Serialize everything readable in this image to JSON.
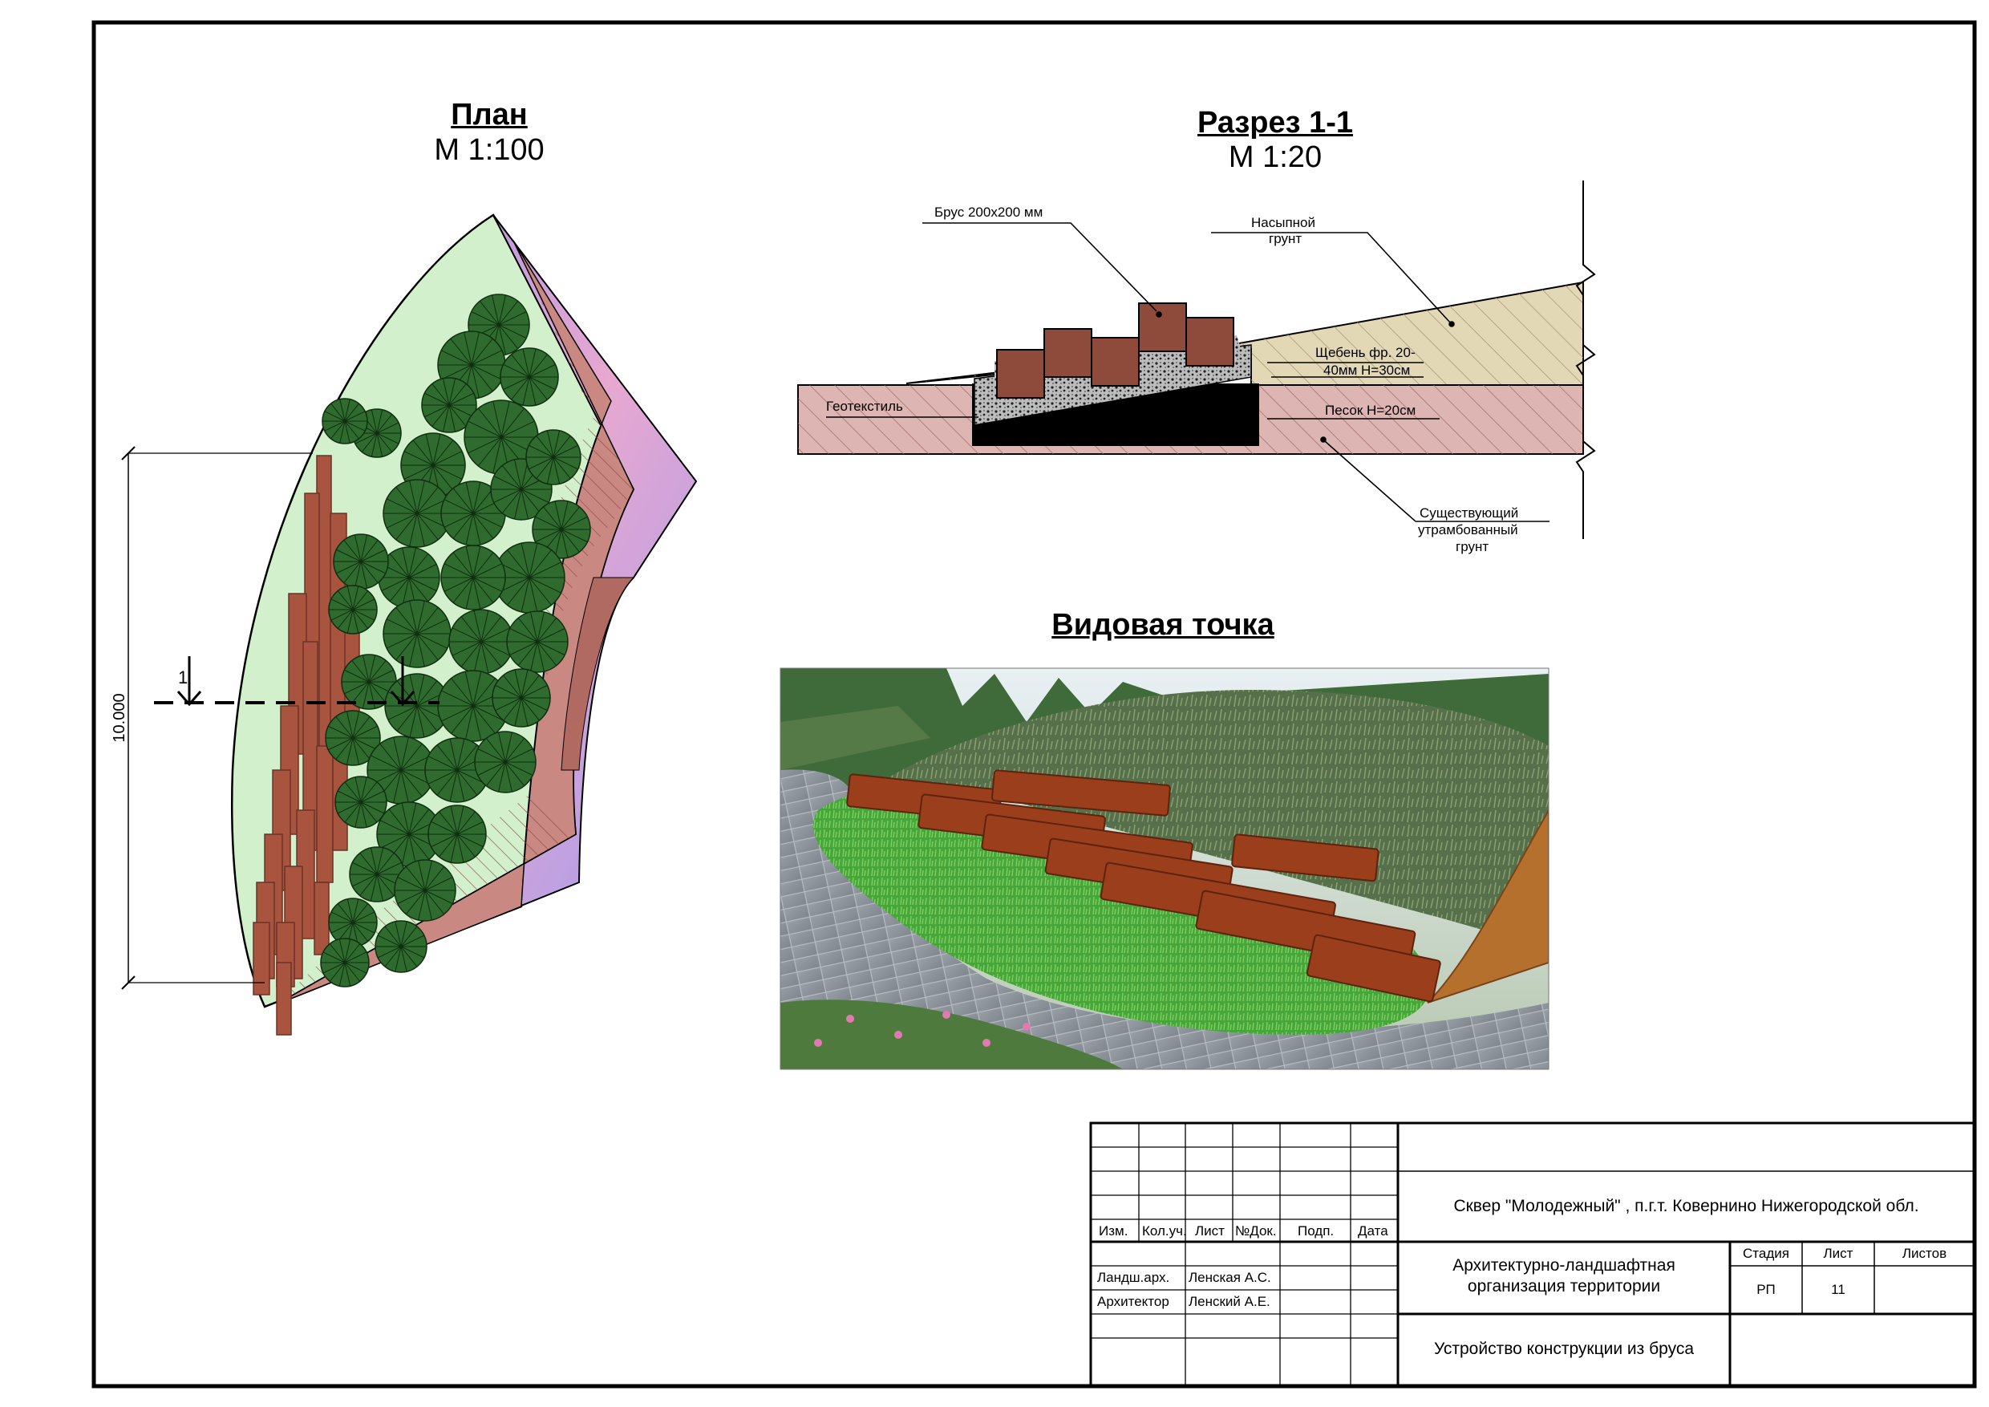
{
  "plan": {
    "title": "План",
    "scale": "М 1:100",
    "dimension": "10.000",
    "section_mark": "1"
  },
  "section": {
    "title": "Разрез 1-1",
    "scale": "М 1:20",
    "labels": {
      "beam": "Брус 200х200 мм",
      "fill_soil_1": "Насыпной",
      "fill_soil_2": "грунт",
      "gravel_1": "Щебень фр. 20-",
      "gravel_2": "40мм Н=30см",
      "geotextile": "Геотекстиль",
      "sand": "Песок Н=20см",
      "existing_1": "Существующий",
      "existing_2": "утрамбованный",
      "existing_3": "грунт"
    }
  },
  "view": {
    "title": "Видовая точка"
  },
  "title_block": {
    "headers": {
      "izm": "Изм.",
      "kol": "Кол.уч.",
      "list": "Лист",
      "ndok": "№Док.",
      "podp": "Подп.",
      "data": "Дата"
    },
    "roles": [
      {
        "role": "Ландш.арх.",
        "name": "Ленская А.С."
      },
      {
        "role": "Архитектор",
        "name": "Ленский А.Е."
      }
    ],
    "project": "Сквер \"Молодежный\" , п.г.т. Ковернино Нижегородской обл.",
    "section_title_1": "Архитектурно-ландшафтная",
    "section_title_2": "организация территории",
    "drawing_title": "Устройство конструкции из бруса",
    "stage_label": "Стадия",
    "sheet_label": "Лист",
    "sheets_label": "Листов",
    "stage": "РП",
    "sheet": "11",
    "sheets": ""
  },
  "colors": {
    "lawn": "#d3f0cc",
    "wood": "#a8543e",
    "shrub": "#2f6b2f",
    "pink_slope": "#c98882",
    "violet": "#9a9af2",
    "sand_soil": "#e3d8b6",
    "sand_layer": "#ddb5b2"
  }
}
